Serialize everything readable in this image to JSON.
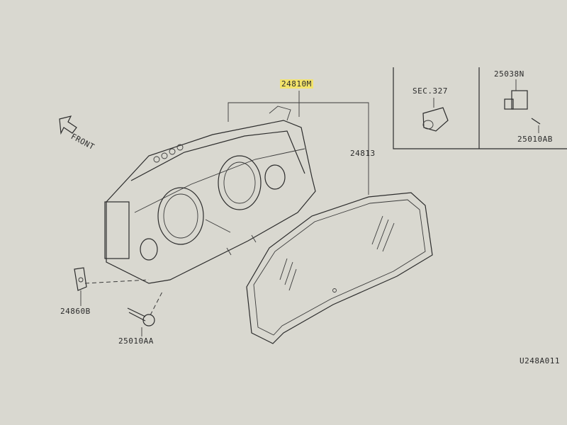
{
  "diagram": {
    "labels": {
      "cluster": "24810M",
      "lens": "24813",
      "sec": "SEC.327",
      "bulb": "25038N",
      "bulb_screw": "25010AB",
      "bracket": "24860B",
      "screw": "25010AA",
      "front": "FRONT",
      "ref_code": "U248A011"
    },
    "colors": {
      "highlight": "#f2e36b",
      "paper": "#d9d8d0",
      "line": "#2c2c2c"
    }
  }
}
